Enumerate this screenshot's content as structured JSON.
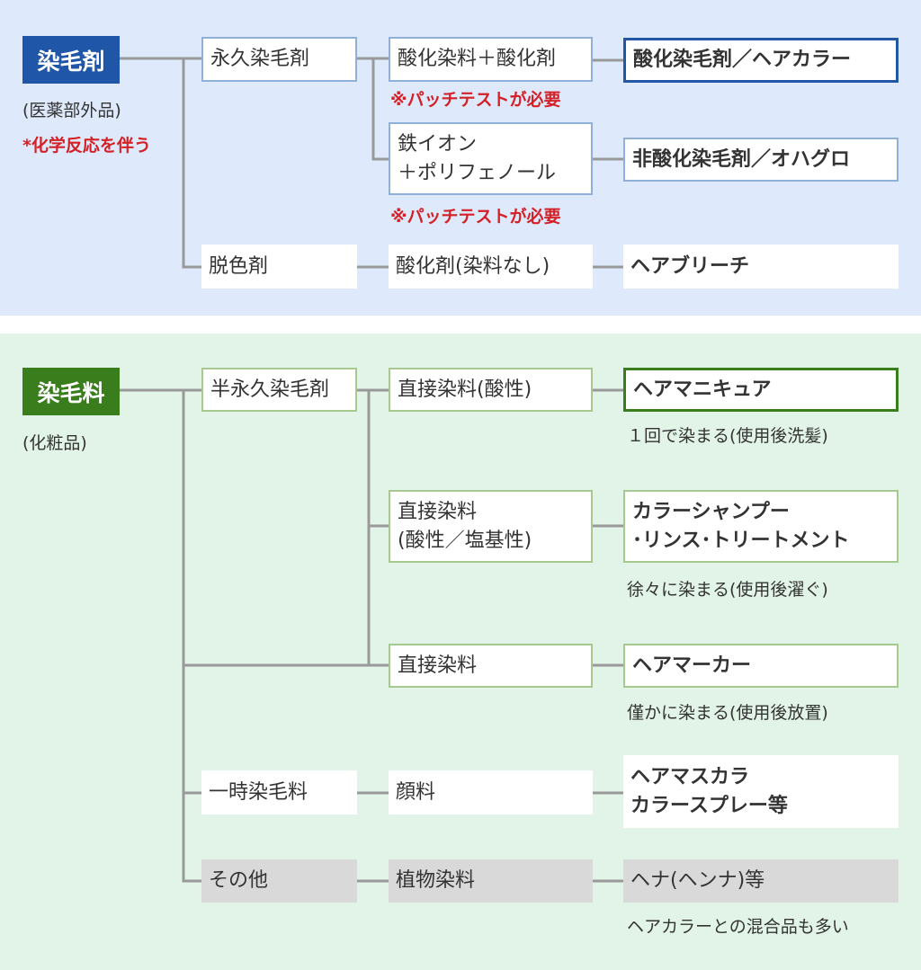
{
  "colors": {
    "top_panel_bg": "#deeafb",
    "bottom_panel_bg": "#e2f4e7",
    "dye_header": "#1f56a8",
    "cosmetic_header": "#3a7d1c",
    "warning_red": "#d42027",
    "connector": "#999999",
    "gray_box": "#d9d9d9"
  },
  "top": {
    "header": "染毛剤",
    "sub1": "(医薬部外品)",
    "sub2": "*化学反応を伴う",
    "permanent": "永久染毛剤",
    "oxidation_dye": "酸化染料＋酸化剤",
    "oxidation_warning": "※パッチテストが必要",
    "oxidation_result": "酸化染毛剤／ヘアカラー",
    "iron_line1": "鉄イオン",
    "iron_line2": "＋ポリフェノール",
    "iron_warning": "※パッチテストが必要",
    "iron_result": "非酸化染毛剤／オハグロ",
    "bleach": "脱色剤",
    "bleach_agent": "酸化剤(染料なし)",
    "bleach_result": "ヘアブリーチ"
  },
  "bottom": {
    "header": "染毛料",
    "sub1": "(化粧品)",
    "semi_permanent": "半永久染毛剤",
    "direct_acid": "直接染料(酸性)",
    "manicure": "ヘアマニキュア",
    "manicure_note": "１回で染まる(使用後洗髪)",
    "direct_basic_line1": "直接染料",
    "direct_basic_line2": "(酸性／塩基性)",
    "shampoo_line1": "カラーシャンプー",
    "shampoo_line2": "･リンス･トリートメント",
    "shampoo_note": "徐々に染まる(使用後濯ぐ)",
    "direct_plain": "直接染料",
    "marker": "ヘアマーカー",
    "marker_note": "僅かに染まる(使用後放置)",
    "temporary": "一時染毛料",
    "pigment": "顔料",
    "mascara_line1": "ヘアマスカラ",
    "mascara_line2": "カラースプレー等",
    "other": "その他",
    "plant_dye": "植物染料",
    "henna": "ヘナ(ヘンナ)等",
    "henna_note": "ヘアカラーとの混合品も多い"
  }
}
